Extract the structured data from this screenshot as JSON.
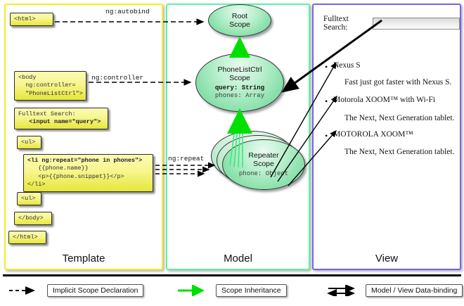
{
  "columns": [
    {
      "key": "template",
      "label": "Template",
      "border": "#f2ef22"
    },
    {
      "key": "model",
      "label": "Model",
      "border": "#5ff0a8"
    },
    {
      "key": "view",
      "label": "View",
      "border": "#7b61e8"
    }
  ],
  "template": {
    "boxes": [
      {
        "name": "html-open-tag",
        "lines": [
          "<html>"
        ]
      },
      {
        "name": "body-controller-tag",
        "lines": [
          "<body",
          "  ng:controller=",
          "  \"PhoneListCtrl\">"
        ]
      },
      {
        "name": "fulltext-search-markup",
        "lines": [
          "Fulltext Search:",
          "   <input name=\"query\">"
        ]
      },
      {
        "name": "ul-open-tag",
        "lines": [
          "<ul>"
        ]
      },
      {
        "name": "li-ng-repeat-markup",
        "lines": [
          "<li ng:repeat=\"phone in phones\">",
          "   {{phone.name}}",
          "   <p>{{phone.snippet}}</p>",
          "</li>"
        ]
      },
      {
        "name": "ul-close-tag",
        "lines": [
          "<ul>"
        ]
      },
      {
        "name": "body-close-tag",
        "lines": [
          "</body>"
        ]
      },
      {
        "name": "html-close-tag",
        "lines": [
          "</html>"
        ]
      }
    ]
  },
  "model": {
    "scopes": [
      {
        "name": "root-scope",
        "title_lines": [
          "Root",
          "Scope"
        ],
        "members": []
      },
      {
        "name": "phonelistctrl-scope",
        "title_lines": [
          "PhoneListCtrl",
          "Scope"
        ],
        "members": [
          {
            "text": "query: String",
            "emphasis": true
          },
          {
            "text": "phones: Array",
            "emphasis": false
          }
        ]
      },
      {
        "name": "repeater-scope",
        "title_lines": [
          "Repeater",
          "Scope"
        ],
        "members": [
          {
            "text": "phone: Object",
            "emphasis": false
          }
        ]
      }
    ]
  },
  "edge_labels": [
    {
      "name": "ng-autobind-label",
      "text": "ng:autobind"
    },
    {
      "name": "ng-controller-label",
      "text": "ng:controller"
    },
    {
      "name": "ng-repeat-label",
      "text": "ng:repeat"
    }
  ],
  "view": {
    "search_label": "Fulltext Search:",
    "search_value": "",
    "search_placeholder": "",
    "items": [
      {
        "name": "Nexus S",
        "snippet": "Fast just got faster with Nexus S."
      },
      {
        "name": "Motorola XOOM™  with Wi-Fi",
        "snippet": "The Next, Next Generation tablet."
      },
      {
        "name": "MOTOROLA XOOM™",
        "snippet": "The Next, Next Generation tablet."
      }
    ]
  },
  "legend": [
    {
      "name": "implicit-scope-declaration",
      "icon": "dashed-arrow-icon",
      "label": "Implicit Scope Declaration",
      "color": "#000000"
    },
    {
      "name": "scope-inheritance",
      "icon": "green-arrow-icon",
      "label": "Scope Inheritance",
      "color": "#00e000"
    },
    {
      "name": "model-view-data-binding",
      "icon": "double-arrow-icon",
      "label": "Model / View Data-binding",
      "color": "#000000"
    }
  ]
}
